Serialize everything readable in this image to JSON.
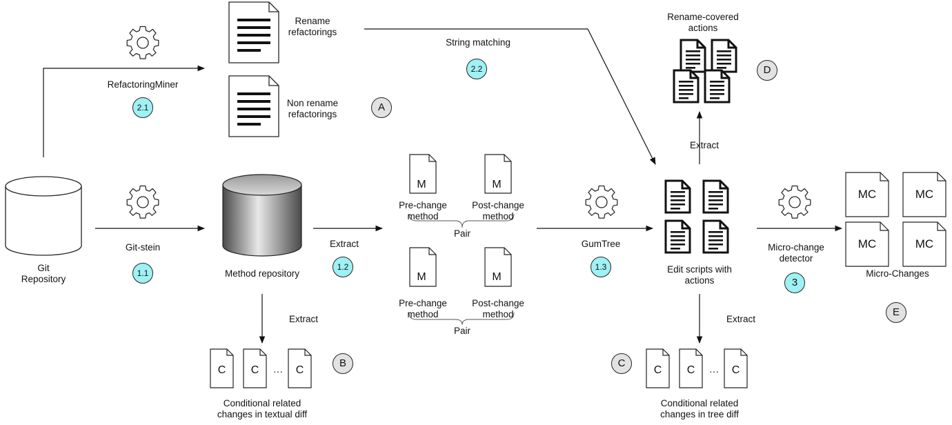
{
  "labels": {
    "rename_refactorings": "Rename\nrefactorings",
    "non_rename_refactorings": "Non rename\nrefactorings",
    "refactoring_miner": "RefactoringMiner",
    "string_matching": "String matching",
    "rename_covered_actions": "Rename-covered\nactions",
    "git_repository": "Git\nRepository",
    "git_stein": "Git-stein",
    "method_repository": "Method repository",
    "extract": "Extract",
    "pre_change_method": "Pre-change\nmethod",
    "post_change_method": "Post-change\nmethod",
    "pair": "Pair",
    "gumtree": "GumTree",
    "edit_scripts": "Edit scripts with\nactions",
    "micro_change_detector": "Micro-change\ndetector",
    "micro_changes": "Micro-Changes",
    "cond_textual": "Conditional related\nchanges in textual diff",
    "cond_tree": "Conditional related\nchanges in tree diff"
  },
  "steps": {
    "s11": "1.1",
    "s12": "1.2",
    "s13": "1.3",
    "s21": "2.1",
    "s22": "2.2",
    "s3": "3"
  },
  "markers": {
    "A": "A",
    "B": "B",
    "C": "C",
    "D": "D",
    "E": "E"
  },
  "doc_letters": {
    "method": "M",
    "conditional": "C",
    "micro_change": "MC",
    "ellipsis": "···"
  },
  "colors": {
    "step_fill": "#9ff1f4",
    "marker_fill": "#e2e2e2",
    "stroke": "#222222"
  },
  "icons": [
    "gear-icon",
    "document-lines-icon",
    "database-icon",
    "cylinder-icon"
  ]
}
